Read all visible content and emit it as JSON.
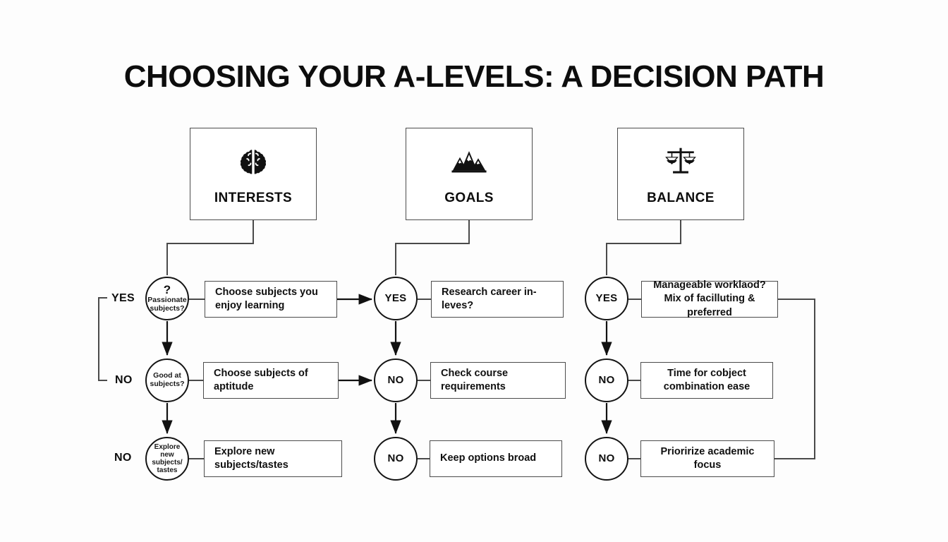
{
  "page": {
    "title": "CHOOSING YOUR A-LEVELS: A DECISION PATH",
    "background_color": "#fdfdfd",
    "line_color": "#4a4a4a",
    "text_color": "#111111"
  },
  "categories": [
    {
      "label": "INTERESTS",
      "icon": "brain-icon"
    },
    {
      "label": "GOALS",
      "icon": "mountains-icon"
    },
    {
      "label": "BALANCE",
      "icon": "scales-icon"
    }
  ],
  "side_labels": {
    "interests": [
      "YES",
      "NO",
      "NO"
    ]
  },
  "columns": [
    {
      "name": "interests",
      "nodes": [
        {
          "marker": "?",
          "line1": "Passionate",
          "line2": "subjects?",
          "line3": ""
        },
        {
          "marker": "",
          "line1": "Good at",
          "line2": "subjects?",
          "line3": ""
        },
        {
          "marker": "",
          "line1": "Explore new",
          "line2": "subjects/",
          "line3": "tastes"
        }
      ],
      "actions": [
        {
          "line1": "Choose subjects you",
          "line2": "enjoy learning"
        },
        {
          "line1": "Choose subjects of aptitude",
          "line2": ""
        },
        {
          "line1": "Explore new subjects/tastes",
          "line2": ""
        }
      ]
    },
    {
      "name": "goals",
      "nodes": [
        {
          "marker": "",
          "line1": "YES",
          "line2": "",
          "line3": ""
        },
        {
          "marker": "",
          "line1": "NO",
          "line2": "",
          "line3": ""
        },
        {
          "marker": "",
          "line1": "NO",
          "line2": "",
          "line3": ""
        }
      ],
      "actions": [
        {
          "line1": "Research career in-leves?",
          "line2": ""
        },
        {
          "line1": "Check course requirements",
          "line2": ""
        },
        {
          "line1": "Keep options broad",
          "line2": ""
        }
      ]
    },
    {
      "name": "balance",
      "nodes": [
        {
          "marker": "",
          "line1": "YES",
          "line2": "",
          "line3": ""
        },
        {
          "marker": "",
          "line1": "NO",
          "line2": "",
          "line3": ""
        },
        {
          "marker": "",
          "line1": "NO",
          "line2": "",
          "line3": ""
        }
      ],
      "actions": [
        {
          "line1": "Manageable worklaod?",
          "line2": "Mix of facilluting & preferred"
        },
        {
          "line1": "Time for cobject",
          "line2": "combination ease"
        },
        {
          "line1": "Prioririze academic focus",
          "line2": ""
        }
      ]
    }
  ]
}
